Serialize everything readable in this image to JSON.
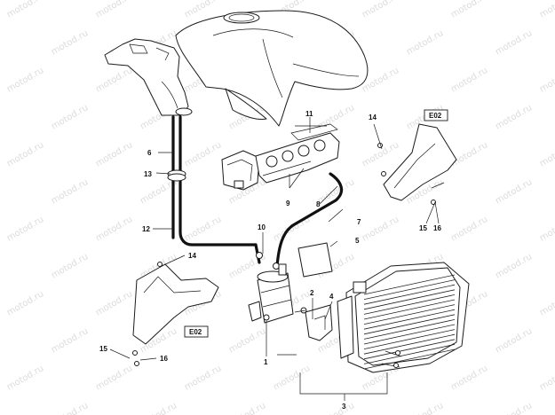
{
  "watermark": "motod.ru",
  "callouts": {
    "c1": "1",
    "c2": "2",
    "c3": "3",
    "c4": "4",
    "c5": "5",
    "c6": "6",
    "c7": "7",
    "c8": "8",
    "c9": "9",
    "c10": "10",
    "c11": "11",
    "c12": "12",
    "c13": "13",
    "c14_left": "14",
    "c14_right": "14",
    "c15_left": "15",
    "c15_right": "15",
    "c16_left": "16",
    "c16_right": "16"
  },
  "refs": {
    "left": "E02",
    "right": "E02"
  }
}
